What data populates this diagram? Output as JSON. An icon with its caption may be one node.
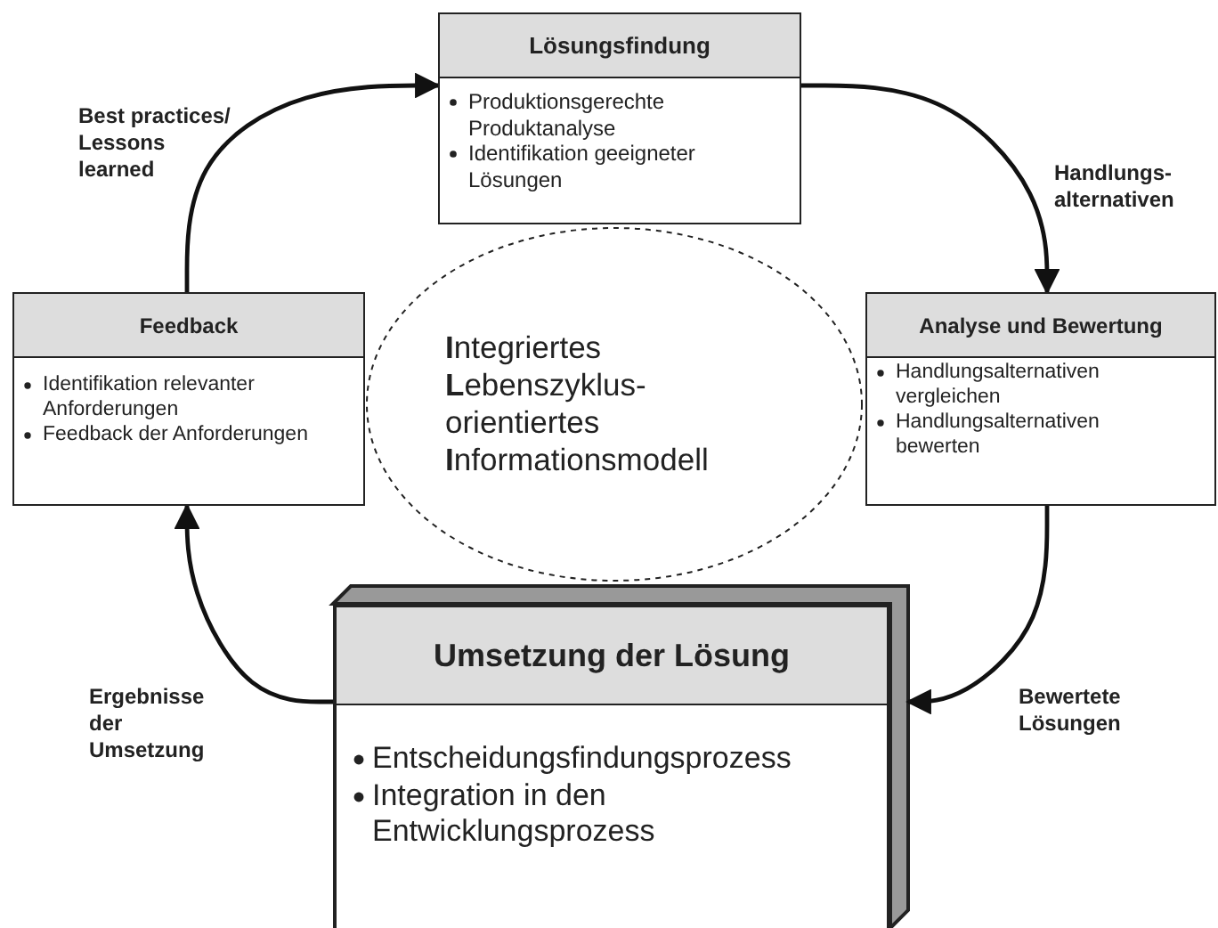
{
  "diagram": {
    "nodes": [
      {
        "text": [
          "Lösungsfindung",
          "Produktionsgerechte Produktanalyse",
          "Identifikation geeigneter Lösungen"
        ]
      },
      {
        "text": [
          "Feedback",
          "Identifikation relevanter Anforderungen",
          "Feedback der Anforderungen"
        ]
      },
      {
        "text": [
          "**I**ntegriertes **L**ebenszyklus- orientiertes **I**nformationsmodell"
        ]
      },
      {
        "text": [
          "Analyse und Bewertung",
          "Handlungsalternativen vergleichen",
          "Handlungsalternativen bewerten"
        ]
      },
      {
        "text": [
          "Umsetzung der Lösung",
          "Entscheidungsfindungsprozess",
          "Integration in den Entwicklungsprozess"
        ]
      }
    ],
    "edges": [
      {
        "from": 1,
        "to": 0,
        "arrow": "to",
        "label": "Best practices/ Lessons learned"
      },
      {
        "from": 0,
        "to": 3,
        "arrow": "to",
        "label": "Handlungs- alternativen"
      },
      {
        "from": 3,
        "to": 4,
        "arrow": "to",
        "label": "Bewertete Lösungen"
      },
      {
        "from": 4,
        "to": 1,
        "arrow": "to",
        "label": "Ergebnisse der Umsetzung"
      }
    ]
  }
}
